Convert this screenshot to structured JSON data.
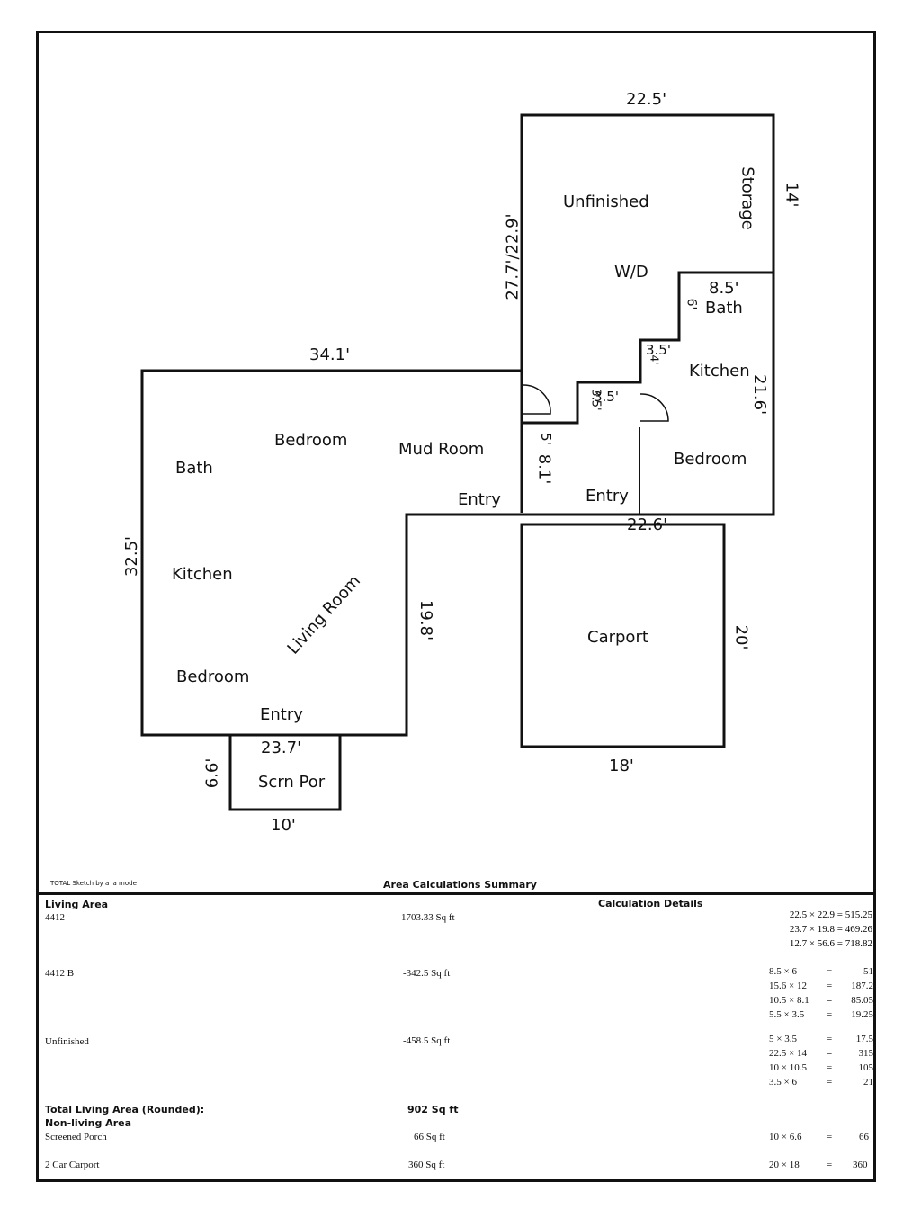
{
  "rooms": {
    "unfinished": "Unfinished",
    "storage": "Storage",
    "wd": "W/D",
    "bath_right": "Bath",
    "kitchen_right": "Kitchen",
    "bedroom_right": "Bedroom",
    "entry_right": "Entry",
    "mud_room": "Mud Room",
    "entry_mid": "Entry",
    "bath_left": "Bath",
    "bedroom_left_top": "Bedroom",
    "kitchen_left": "Kitchen",
    "living_room": "Living Room",
    "bedroom_left_bottom": "Bedroom",
    "entry_left": "Entry",
    "carport": "Carport",
    "scrn_por": "Scrn Por"
  },
  "dims": {
    "top_width": "22.5'",
    "right_top": "14'",
    "left_upper": "27.7'/22.9'",
    "bath_width": "8.5'",
    "bath_depth": "6'",
    "step_a": "3.5'",
    "step_a2": "4'",
    "step_b": "3.5'",
    "step_b2": "3.5'",
    "right_lower": "21.6'",
    "mid_5": "5'",
    "mid_81": "8.1'",
    "left_top": "34.1'",
    "left_side": "32.5'",
    "living_right": "19.8'",
    "carport_top": "22.6'",
    "carport_right": "20'",
    "carport_bottom": "18'",
    "porch_top": "23.7'",
    "porch_left": "6.6'",
    "porch_bottom": "10'"
  },
  "footer_note": "TOTAL Sketch by a la mode",
  "summary": {
    "title": "Area Calculations Summary",
    "living_area_header": "Living Area",
    "calc_details_header": "Calculation Details",
    "rows": [
      {
        "label": "4412",
        "area": "1703.33 Sq ft"
      },
      {
        "label": "4412 B",
        "area": "-342.5 Sq ft"
      },
      {
        "label": "Unfinished",
        "area": "-458.5 Sq ft"
      }
    ],
    "total_label": "Total Living Area (Rounded):",
    "total_value": "902 Sq ft",
    "non_living_header": "Non-living Area",
    "non_living_rows": [
      {
        "label": "Screened Porch",
        "area": "66 Sq ft",
        "calc": "10 × 6.6",
        "eq": "=",
        "res": "66"
      },
      {
        "label": "2 Car Carport",
        "area": "360 Sq ft",
        "calc": "20 × 18",
        "eq": "=",
        "res": "360"
      }
    ],
    "calcs_4412": [
      "22.5 × 22.9 = 515.25",
      "23.7 × 19.8 = 469.26",
      "12.7 × 56.6 = 718.82"
    ],
    "calcs_4412b": [
      {
        "expr": "8.5 × 6",
        "eq": "=",
        "res": "51"
      },
      {
        "expr": "15.6 × 12",
        "eq": "=",
        "res": "187.2"
      },
      {
        "expr": "10.5 × 8.1",
        "eq": "=",
        "res": "85.05"
      },
      {
        "expr": "5.5 × 3.5",
        "eq": "=",
        "res": "19.25"
      }
    ],
    "calcs_unfinished": [
      {
        "expr": "5 × 3.5",
        "eq": "=",
        "res": "17.5"
      },
      {
        "expr": "22.5 × 14",
        "eq": "=",
        "res": "315"
      },
      {
        "expr": "10 × 10.5",
        "eq": "=",
        "res": "105"
      },
      {
        "expr": "3.5 × 6",
        "eq": "=",
        "res": "21"
      }
    ]
  }
}
